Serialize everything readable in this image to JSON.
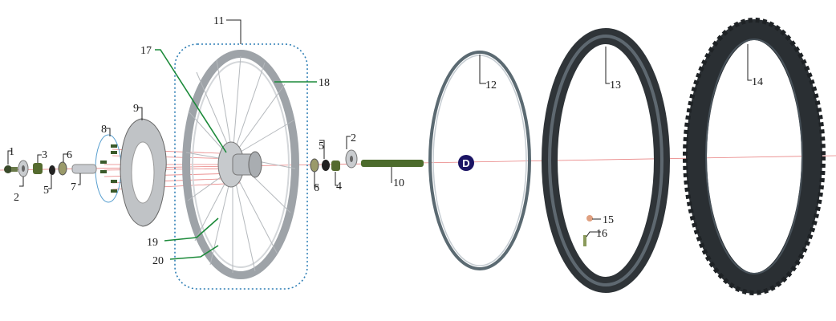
{
  "marker": {
    "letter": "D",
    "color": "#1b1464"
  },
  "colors": {
    "wheel": "#a8acb0",
    "tire": "#2f3438",
    "bracket": "#2f7fb5",
    "leader": "#1c8a3a",
    "axis": "#e05050"
  },
  "callouts": [
    {
      "id": "c1",
      "text": "1"
    },
    {
      "id": "c2a",
      "text": "2"
    },
    {
      "id": "c3",
      "text": "3"
    },
    {
      "id": "c5a",
      "text": "5"
    },
    {
      "id": "c6a",
      "text": "6"
    },
    {
      "id": "c7",
      "text": "7"
    },
    {
      "id": "c8",
      "text": "8"
    },
    {
      "id": "c9",
      "text": "9"
    },
    {
      "id": "c11",
      "text": "11"
    },
    {
      "id": "c17",
      "text": "17"
    },
    {
      "id": "c18",
      "text": "18"
    },
    {
      "id": "c19",
      "text": "19"
    },
    {
      "id": "c20",
      "text": "20"
    },
    {
      "id": "c5b",
      "text": "5"
    },
    {
      "id": "c6b",
      "text": "6"
    },
    {
      "id": "c4",
      "text": "4"
    },
    {
      "id": "c2b",
      "text": "2"
    },
    {
      "id": "c10",
      "text": "10"
    },
    {
      "id": "c12",
      "text": "12"
    },
    {
      "id": "c13",
      "text": "13"
    },
    {
      "id": "c14",
      "text": "14"
    },
    {
      "id": "c15",
      "text": "15"
    },
    {
      "id": "c16",
      "text": "16"
    }
  ]
}
